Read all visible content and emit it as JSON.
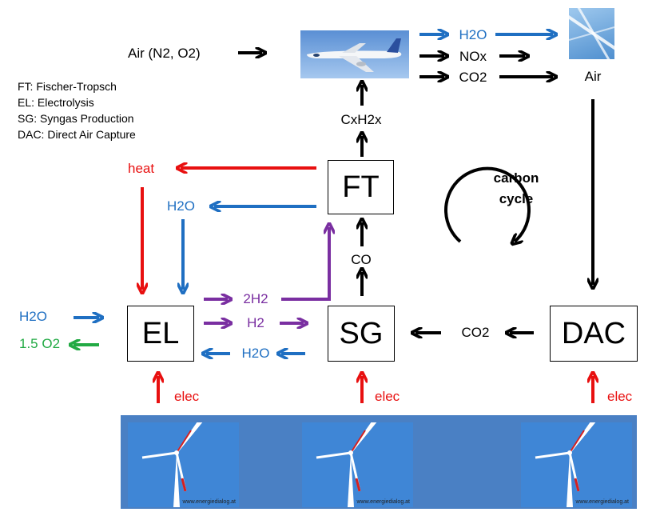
{
  "legend": [
    "FT: Fischer-Tropsch",
    "EL: Electrolysis",
    "SG: Syngas Production",
    "DAC: Direct Air Capture"
  ],
  "boxes": {
    "ft": "FT",
    "el": "EL",
    "sg": "SG",
    "dac": "DAC"
  },
  "labels": {
    "air_in": "Air (N2, O2)",
    "h2o_out": "H2O",
    "nox_out": "NOx",
    "co2_out": "CO2",
    "air": "Air",
    "cxh2x": "CxH2x",
    "heat": "heat",
    "h2o_ft": "H2O",
    "co": "CO",
    "two_h2": "2H2",
    "h2": "H2",
    "h2o_el": "H2O",
    "h2o_in": "H2O",
    "o2_out": "1.5 O2",
    "co2_dac": "CO2",
    "elec_el": "elec",
    "elec_sg": "elec",
    "elec_dac": "elec"
  },
  "carbon_cycle": {
    "line1": "carbon",
    "line2": "cycle"
  },
  "turbine_site": "www.energiedialog.at",
  "colors": {
    "black": "#000000",
    "blue": "#1f6fc2",
    "red": "#e81010",
    "purple": "#7a2fa1",
    "green": "#22aa44",
    "panel": "#4a80c4"
  }
}
